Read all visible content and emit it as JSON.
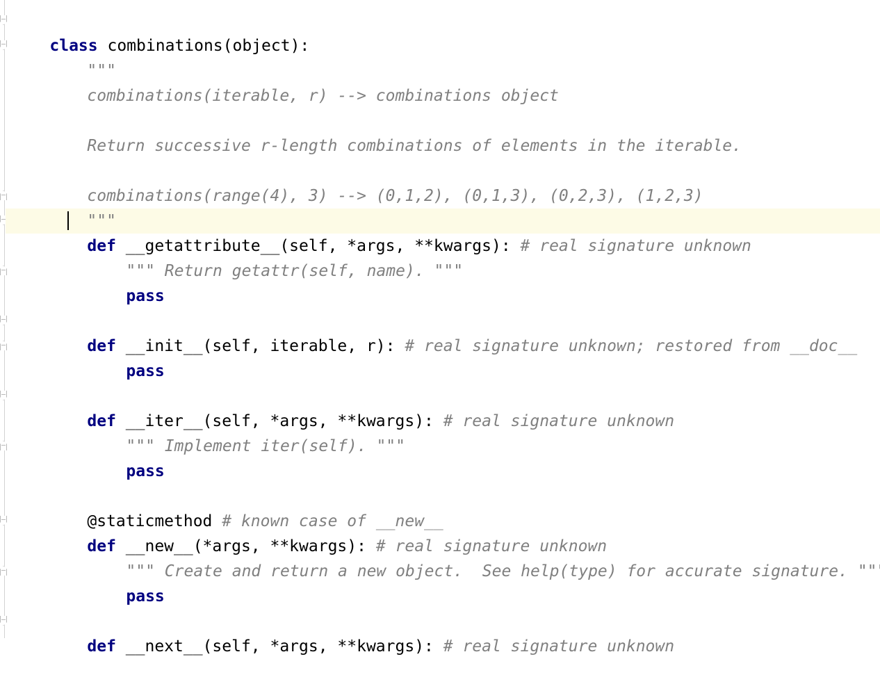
{
  "code": {
    "class_keyword": "class",
    "class_signature": " combinations(object):",
    "docstring_quotes": "\"\"\"",
    "docstring_line_1": "combinations(iterable, r) --> combinations object",
    "docstring_line_2": "Return successive r-length combinations of elements in the iterable.",
    "docstring_line_3": "combinations(range(4), 3) --> (0,1,2), (0,1,3), (0,2,3), (1,2,3)",
    "def_keyword": "def",
    "pass_keyword": "pass",
    "getattribute_signature": " __getattribute__(self, *args, **kwargs): ",
    "getattribute_comment": "# real signature unknown",
    "getattribute_doc": "Return getattr(self, name).",
    "init_signature": " __init__(self, iterable, r): ",
    "init_comment": "# real signature unknown; restored from __doc__",
    "iter_signature": " __iter__(self, *args, **kwargs): ",
    "iter_comment": "# real signature unknown",
    "iter_doc": "Implement iter(self).",
    "decorator": "@staticmethod ",
    "decorator_comment": "# known case of __new__",
    "new_signature": " __new__(*args, **kwargs): ",
    "new_comment": "# real signature unknown",
    "new_doc": "Create and return a new object.  See help(type) for accurate signature.",
    "next_signature": " __next__(self, *args, **kwargs): ",
    "next_comment": "# real signature unknown"
  },
  "colors": {
    "keyword": "#000080",
    "docstring": "#808080",
    "comment": "#808080",
    "current_line_highlight": "#fdfbe6",
    "background": "#ffffff"
  },
  "icons": {
    "fold_marker": "fold-marker-icon",
    "caret": "text-caret"
  }
}
